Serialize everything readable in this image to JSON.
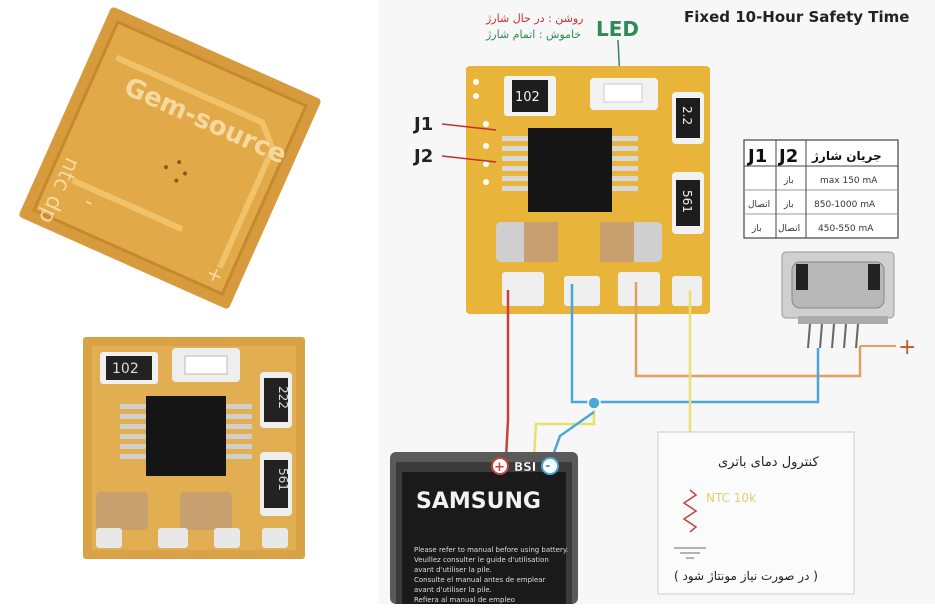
{
  "title": "Fixed 10-Hour Safety Time",
  "led": {
    "label": "LED",
    "charging_text": "روشن : در حال شارژ",
    "done_text": "خاموش : اتمام شارژ"
  },
  "jumpers": {
    "j1": "J1",
    "j2": "J2"
  },
  "components": {
    "res_102": "102",
    "res_222": "2.2",
    "res_561": "561",
    "photo_res_102": "102",
    "photo_res_222": "222",
    "photo_res_561": "561"
  },
  "pcb_silkscreen": {
    "text": "Gem-source",
    "side": "ntc dp"
  },
  "current_table": {
    "headers": [
      "J1",
      "J2",
      "جریان شارژ"
    ],
    "rows": [
      [
        "",
        "باز",
        "max 150 mA"
      ],
      [
        "اتصال",
        "باز",
        "850-1000 mA"
      ],
      [
        "باز",
        "اتصال",
        "450-550 mA"
      ]
    ]
  },
  "plus_label": "+",
  "battery": {
    "brand": "SAMSUNG",
    "bsi_label": "BSI",
    "text_lines": [
      "Please refer to manual before using battery.",
      "Veuillez consulter le guide d'utilisation",
      "avant d'utiliser la pile.",
      "Consulte el manual antes de emplear",
      "avant d'utiliser la pile.",
      "Refiera al manual de empleo"
    ]
  },
  "ntc_box": {
    "title": "کنترول دمای باتری",
    "ntc_label": "NTC 10k",
    "note": "( در صورت نیاز مونتاژ شود )"
  },
  "colors": {
    "pcb": "#e8b43a",
    "wire_blue": "#4aa8d8",
    "wire_orange": "#e0a060",
    "wire_red": "#c84040",
    "wire_yellow": "#e8e070",
    "led_green": "#2e8b57",
    "chip": "#151515"
  }
}
